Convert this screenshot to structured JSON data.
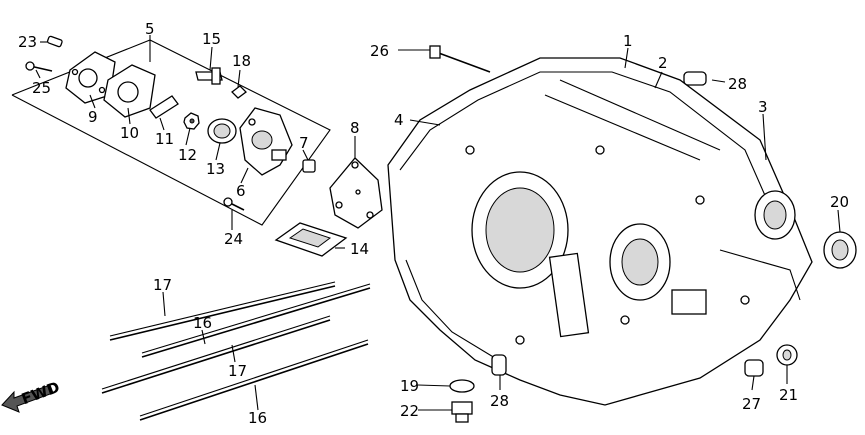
{
  "diagram": {
    "callouts": {
      "c1": "1",
      "c2": "2",
      "c3": "3",
      "c4": "4",
      "c5": "5",
      "c6": "6",
      "c7": "7",
      "c8": "8",
      "c9": "9",
      "c10": "10",
      "c11": "11",
      "c12": "12",
      "c13": "13",
      "c14": "14",
      "c15": "15",
      "c16a": "16",
      "c16b": "16",
      "c17a": "17",
      "c17b": "17",
      "c18": "18",
      "c19": "19",
      "c20": "20",
      "c21": "21",
      "c22": "22",
      "c23": "23",
      "c24": "24",
      "c25": "25",
      "c26": "26",
      "c27": "27",
      "c28a": "28",
      "c28b": "28"
    },
    "fwd_label": "FWD"
  }
}
